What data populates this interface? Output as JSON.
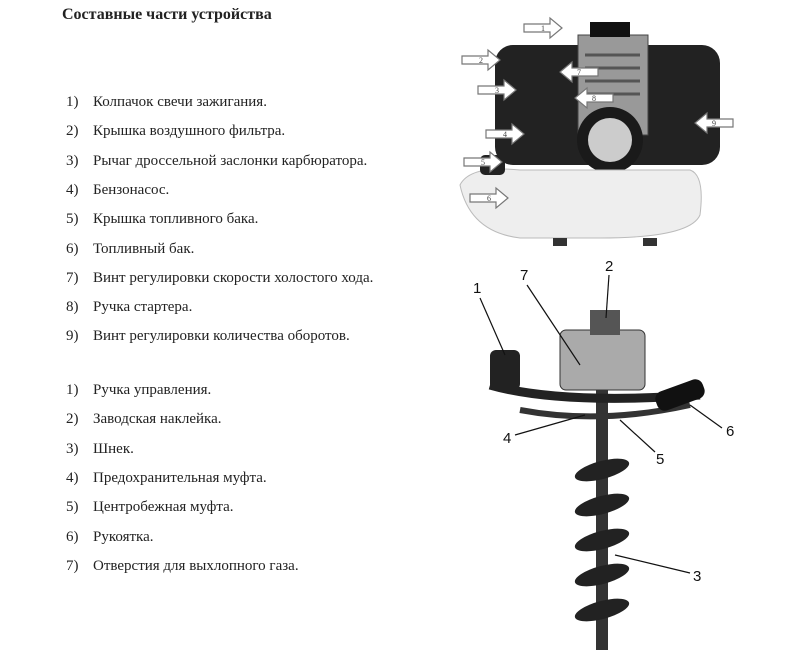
{
  "title": "Составные части устройства",
  "engine_parts": [
    {
      "num": "1)",
      "label": "Колпачок свечи зажигания."
    },
    {
      "num": "2)",
      "label": "Крышка воздушного фильтра."
    },
    {
      "num": "3)",
      "label": "Рычаг дроссельной заслонки карбюратора."
    },
    {
      "num": "4)",
      "label": "Бензонасос."
    },
    {
      "num": "5)",
      "label": "Крышка топливного бака."
    },
    {
      "num": "6)",
      "label": "Топливный бак."
    },
    {
      "num": "7)",
      "label": "Винт регулировки скорости холостого хода."
    },
    {
      "num": "8)",
      "label": "Ручка стартера."
    },
    {
      "num": "9)",
      "label": "Винт регулировки количества оборотов."
    }
  ],
  "auger_parts": [
    {
      "num": "1)",
      "label": "Ручка управления."
    },
    {
      "num": "2)",
      "label": "Заводская наклейка."
    },
    {
      "num": "3)",
      "label": "Шнек."
    },
    {
      "num": "4)",
      "label": "Предохранительная муфта."
    },
    {
      "num": "5)",
      "label": "Центробежная муфта."
    },
    {
      "num": "6)",
      "label": "Рукоятка."
    },
    {
      "num": "7)",
      "label": "Отверстия для выхлопного газа."
    }
  ],
  "engine_callouts": [
    "1",
    "2",
    "3",
    "4",
    "5",
    "6",
    "7",
    "8",
    "9"
  ],
  "auger_callouts": {
    "c1": "1",
    "c2": "2",
    "c3": "3",
    "c4": "4",
    "c5": "5",
    "c6": "6",
    "c7": "7"
  }
}
